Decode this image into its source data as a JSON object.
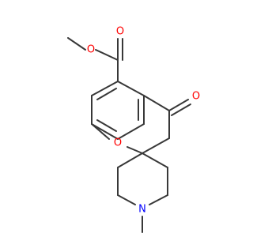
{
  "diagram": {
    "type": "chemical-structure",
    "background_color": "#ffffff",
    "bond_color": "#383838",
    "atom_label_color": "#383838",
    "heteroatom_color": "#ff0000",
    "nitrogen_color": "#0000ff",
    "atoms": [
      {
        "id": "ester_oxygen",
        "label": "O",
        "color": "#ff0000"
      },
      {
        "id": "carbonyl_oxygen_ester",
        "label": "O",
        "color": "#ff0000"
      },
      {
        "id": "ketone_oxygen",
        "label": "O",
        "color": "#ff0000"
      },
      {
        "id": "ring_oxygen",
        "label": "O",
        "color": "#ff0000"
      },
      {
        "id": "piperidine_nitrogen",
        "label": "N",
        "color": "#0000ff"
      }
    ]
  }
}
